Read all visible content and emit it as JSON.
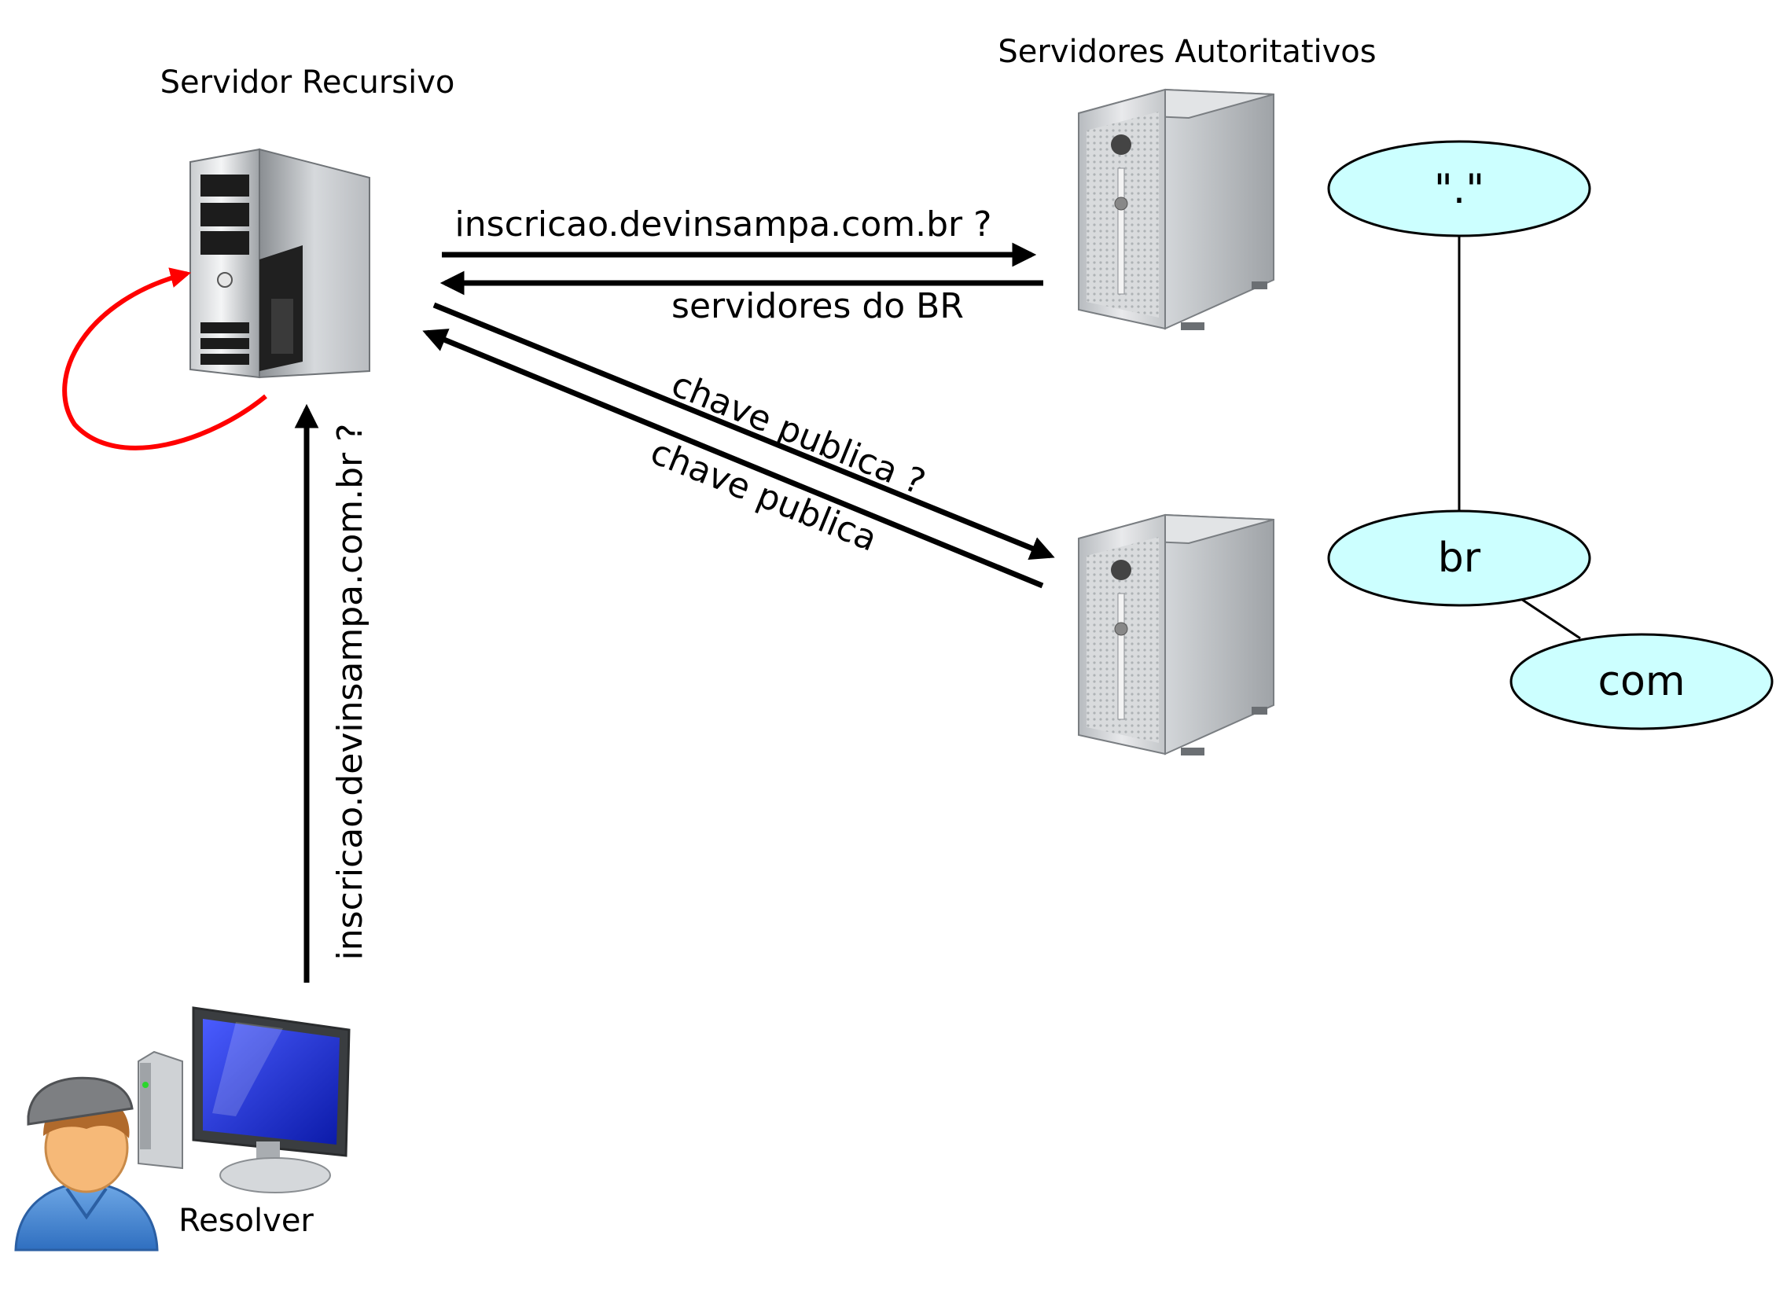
{
  "labels": {
    "recursive_server": "Servidor Recursivo",
    "authoritative_servers": "Servidores Autoritativos",
    "resolver": "Resolver"
  },
  "messages": {
    "query_domain": "inscricao.devinsampa.com.br ?",
    "reply_br_servers": "servidores do BR",
    "query_key": "chave publica ?",
    "reply_key": "chave publica",
    "resolver_query": "inscricao.devinsampa.com.br ?"
  },
  "tree": {
    "root": "\".\"",
    "br": "br",
    "com": "com"
  },
  "colors": {
    "tree_node_fill": "#ccffff",
    "loop_arrow": "#ff0000",
    "arrows": "#000000"
  },
  "icons": {
    "recursive_server": "tower-server-icon",
    "authoritative_server_1": "rack-server-icon",
    "authoritative_server_2": "rack-server-icon",
    "resolver": "user-computer-icon"
  }
}
